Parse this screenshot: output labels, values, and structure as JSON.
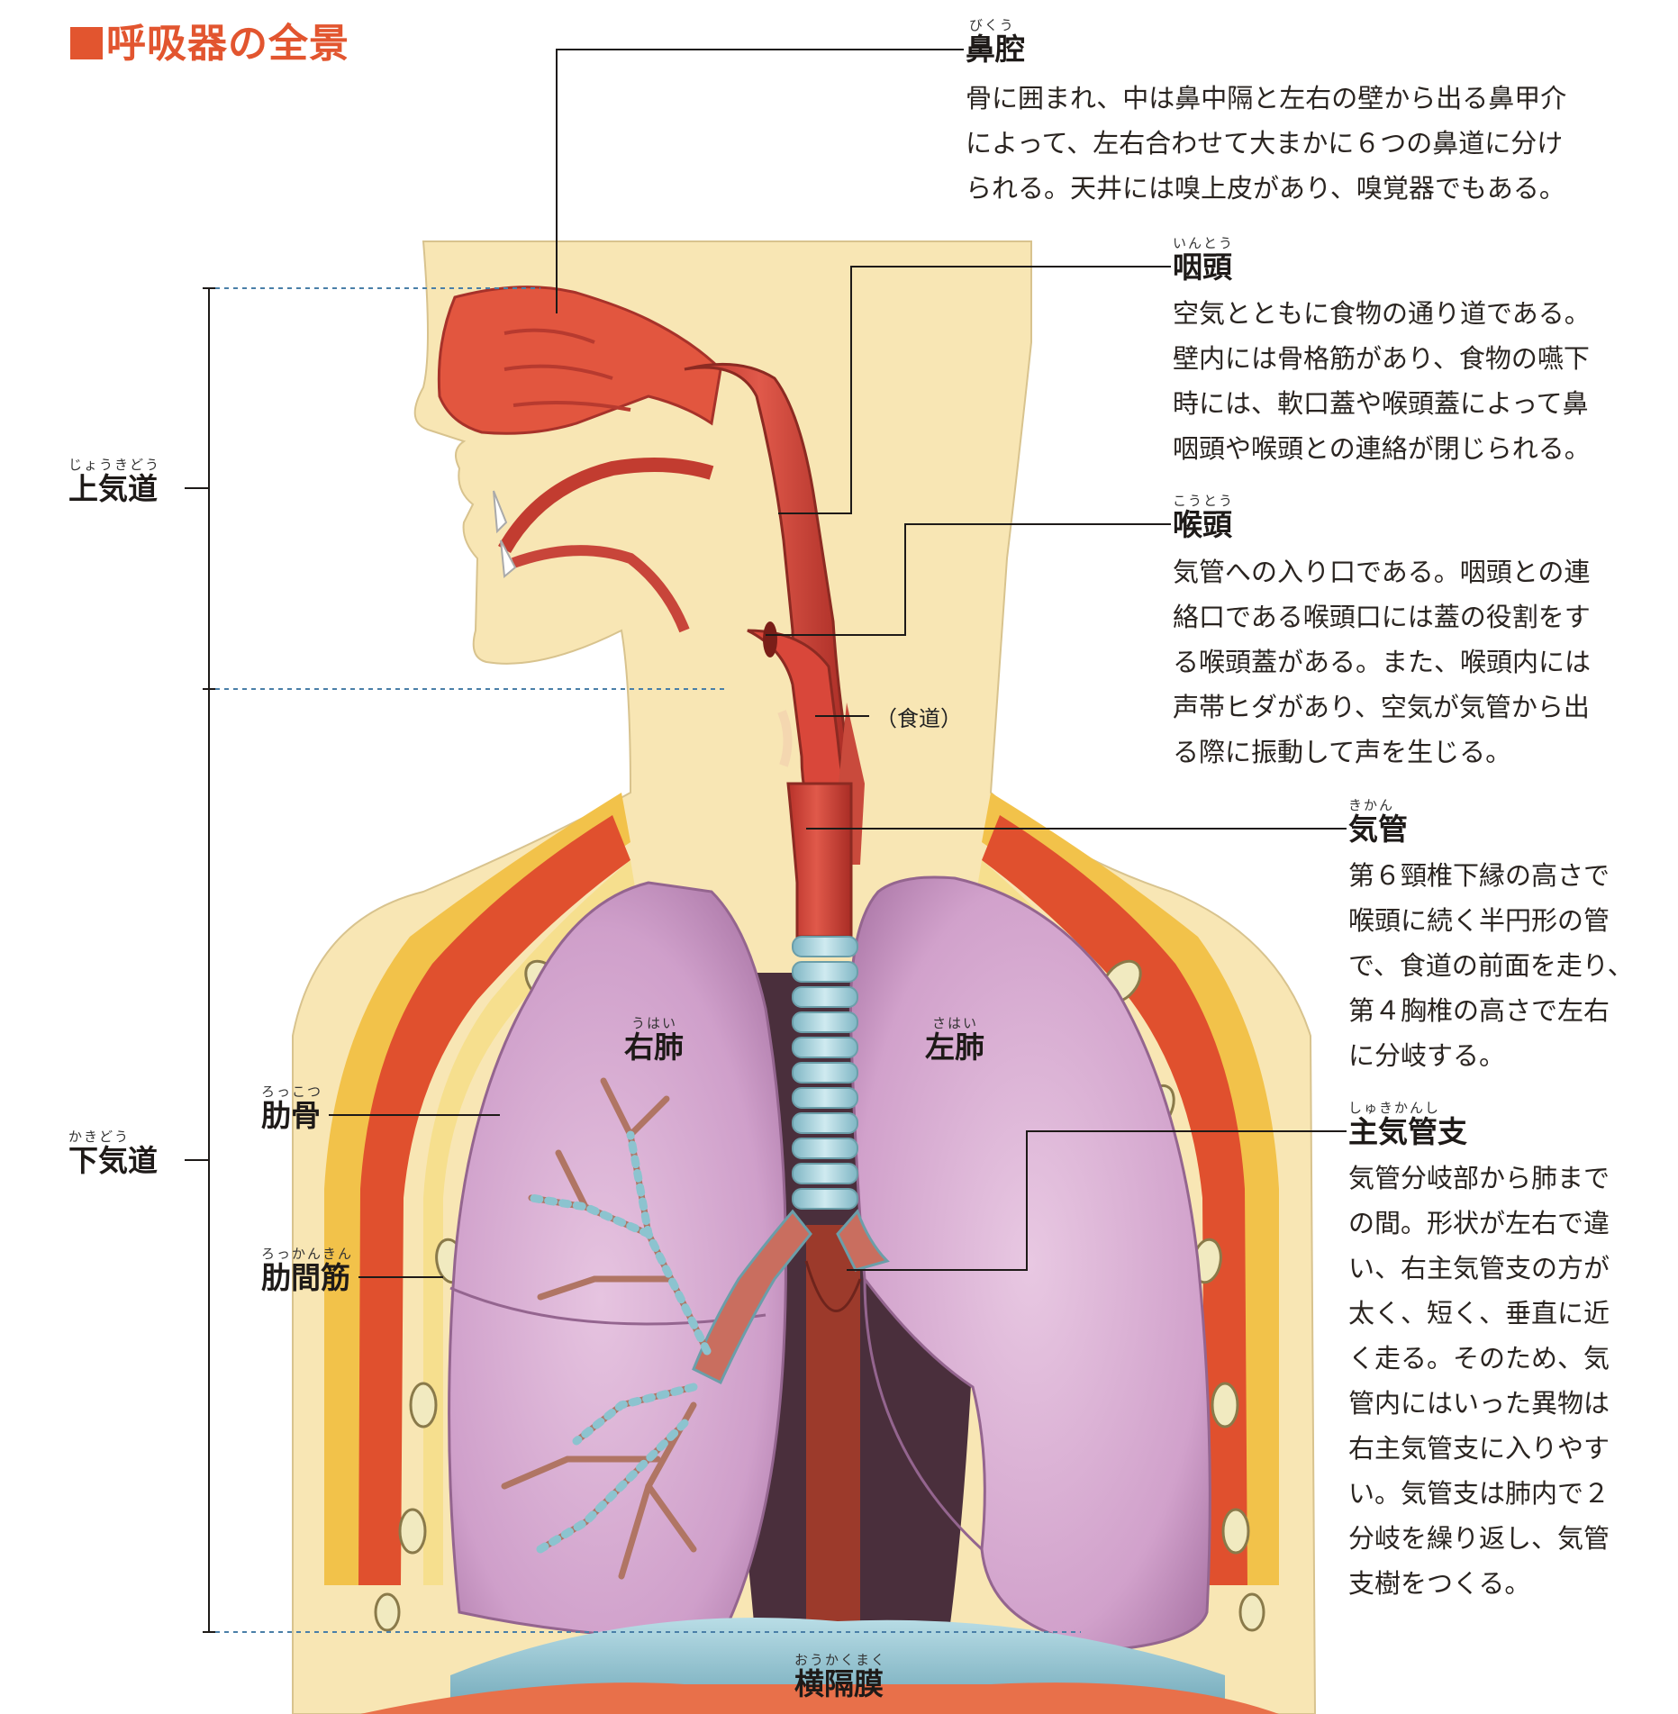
{
  "title": "呼吸器の全景",
  "labels": {
    "nasal_cavity": {
      "ruby": "びくう",
      "text": "鼻腔"
    },
    "pharynx": {
      "ruby": "いんとう",
      "text": "咽頭"
    },
    "larynx": {
      "ruby": "こうとう",
      "text": "喉頭"
    },
    "trachea": {
      "ruby": "きかん",
      "text": "気管"
    },
    "main_bronchus": {
      "ruby": "しゅきかんし",
      "text": "主気管支"
    },
    "esophagus": "（食道）",
    "upper_airway": {
      "ruby": "じょうきどう",
      "text": "上気道"
    },
    "lower_airway": {
      "ruby": "かきどう",
      "text": "下気道"
    },
    "rib": {
      "ruby": "ろっこつ",
      "text": "肋骨"
    },
    "intercostal_muscle": {
      "ruby": "ろっかんきん",
      "text": "肋間筋"
    },
    "right_lung": {
      "ruby": "うはい",
      "text": "右肺"
    },
    "left_lung": {
      "ruby": "さはい",
      "text": "左肺"
    },
    "diaphragm": {
      "ruby": "おうかくまく",
      "text": "横隔膜"
    }
  },
  "descriptions": {
    "nasal_cavity": [
      "骨に囲まれ、中は鼻中隔と左右の壁から出る鼻甲介",
      "によって、左右合わせて大まかに６つの鼻道に分け",
      "られる。天井には嗅上皮があり、嗅覚器でもある。"
    ],
    "pharynx": [
      "空気とともに食物の通り道である。",
      "壁内には骨格筋があり、食物の嚥下",
      "時には、軟口蓋や喉頭蓋によって鼻",
      "咽頭や喉頭との連絡が閉じられる。"
    ],
    "larynx": [
      "気管への入り口である。咽頭との連",
      "絡口である喉頭口には蓋の役割をす",
      "る喉頭蓋がある。また、喉頭内には",
      "声帯ヒダがあり、空気が気管から出",
      "る際に振動して声を生じる。"
    ],
    "trachea": [
      "第６頸椎下縁の高さで",
      "喉頭に続く半円形の管",
      "で、食道の前面を走り、",
      "第４胸椎の高さで左右",
      "に分岐する。"
    ],
    "main_bronchus": [
      "気管分岐部から肺まで",
      "の間。形状が左右で違",
      "い、右主気管支の方が",
      "太く、短く、垂直に近",
      "く走る。そのため、気",
      "管内にはいった異物は",
      "右主気管支に入りやす",
      "い。気管支は肺内で２",
      "分岐を繰り返し、気管",
      "支樹をつくる。"
    ]
  },
  "colors": {
    "title": "#e2552f",
    "skin": "#f8e6b4",
    "airway": "#d9473a",
    "lung": "#d5a8cf",
    "lung_dark": "#b783b1",
    "cartilage": "#a9d3dc",
    "muscle": "#e0502e",
    "fat": "#f2c24a",
    "cavity": "#4a2f3c"
  }
}
